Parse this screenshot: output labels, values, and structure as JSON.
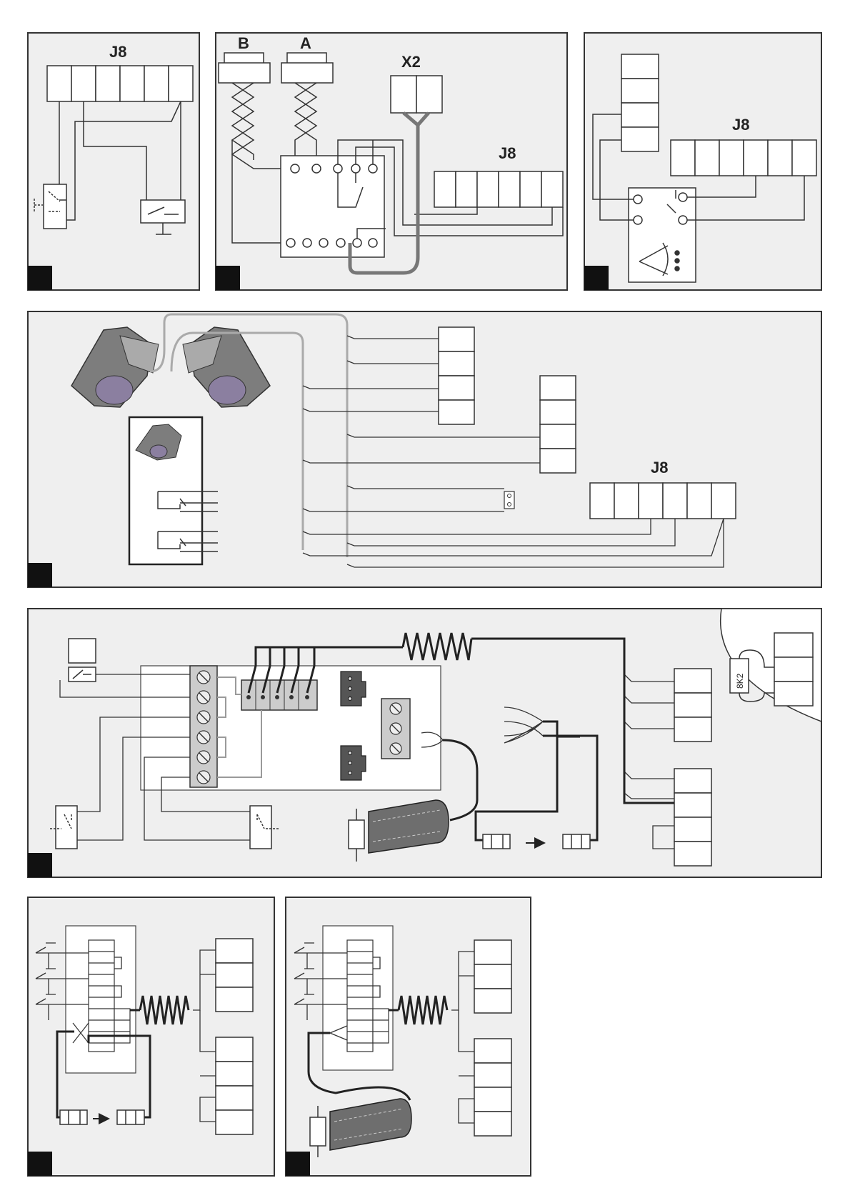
{
  "labels": {
    "p1_j8": "J8",
    "p2_b": "B",
    "p2_a": "A",
    "p2_x2": "X2",
    "p2_j8": "J8",
    "p3_j8": "J8",
    "p4_j8": "J8",
    "p5_8k2": "8K2"
  },
  "colors": {
    "panel_bg": "#efefef",
    "panel_border": "#333333",
    "wire": "#333333",
    "thick_wire": "#222222",
    "gray_wire": "#9a9a9a",
    "cell_bg": "#ffffff",
    "corner_block": "#111111",
    "photocell_body": "#7d7d7d",
    "photocell_lens": "#8b7fa0"
  }
}
